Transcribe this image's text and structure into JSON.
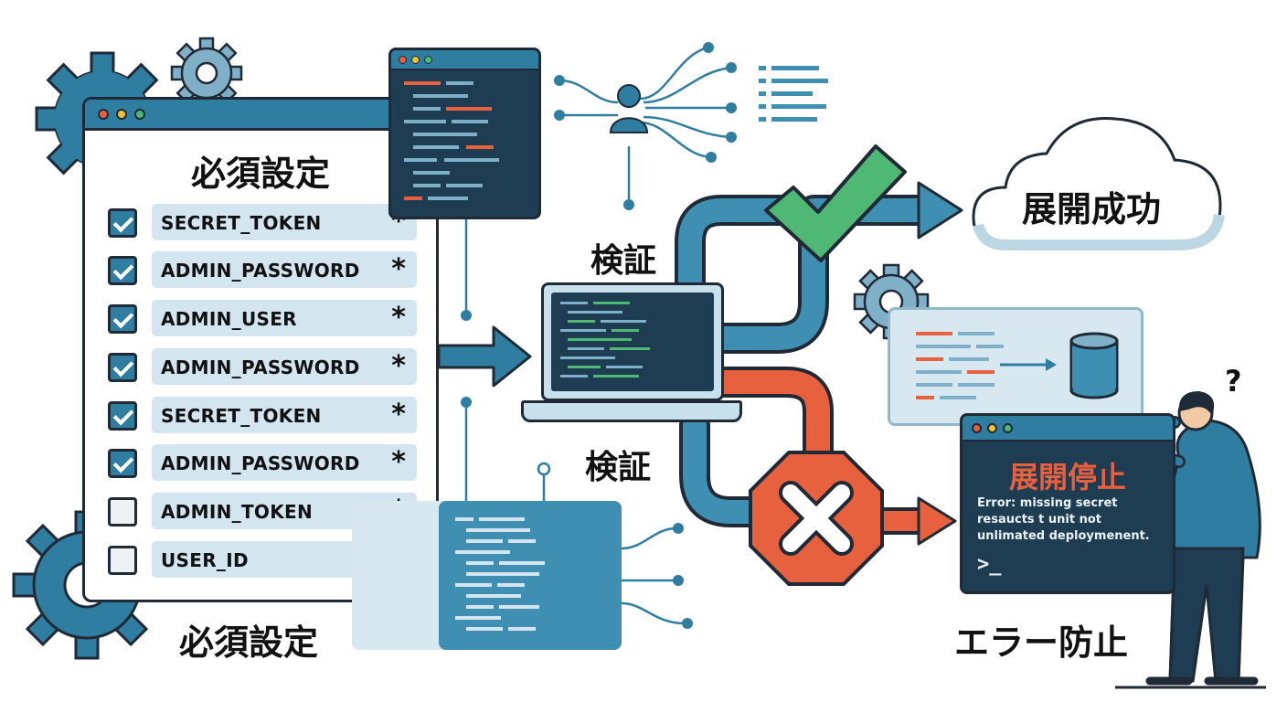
{
  "settings_panel": {
    "title": "必須設定",
    "items": [
      {
        "name": "SECRET_TOKEN",
        "required_mark": "*",
        "checked": true
      },
      {
        "name": "ADMIN_PASSWORD",
        "required_mark": "*",
        "checked": true
      },
      {
        "name": "ADMIN_USER",
        "required_mark": "*",
        "checked": true
      },
      {
        "name": "ADMIN_PASSWORD",
        "required_mark": "*",
        "checked": true
      },
      {
        "name": "SECRET_TOKEN",
        "required_mark": "*",
        "checked": true
      },
      {
        "name": "ADMIN_PASSWORD",
        "required_mark": "*",
        "checked": true
      },
      {
        "name": "ADMIN_TOKEN",
        "required_mark": "*",
        "checked": false
      },
      {
        "name": "USER_ID",
        "required_mark": "*",
        "checked": false
      }
    ],
    "caption": "必須設定"
  },
  "validation": {
    "label_top": "検証",
    "label_bottom": "検証"
  },
  "success": {
    "label": "展開成功"
  },
  "failure": {
    "terminal_title": "展開停止",
    "error_lines": [
      "Error: missing secret",
      "resaucts t unit not",
      "unlimated deploymenent."
    ],
    "prompt": ">_",
    "caption": "エラー防止"
  },
  "colors": {
    "primary_blue": "#2f7ea1",
    "dark_navy": "#1e3c52",
    "light_blue": "#d3e6f0",
    "success_green": "#4fb874",
    "error_orange": "#e8613f",
    "outline": "#1f2a36"
  },
  "question_mark": "?"
}
